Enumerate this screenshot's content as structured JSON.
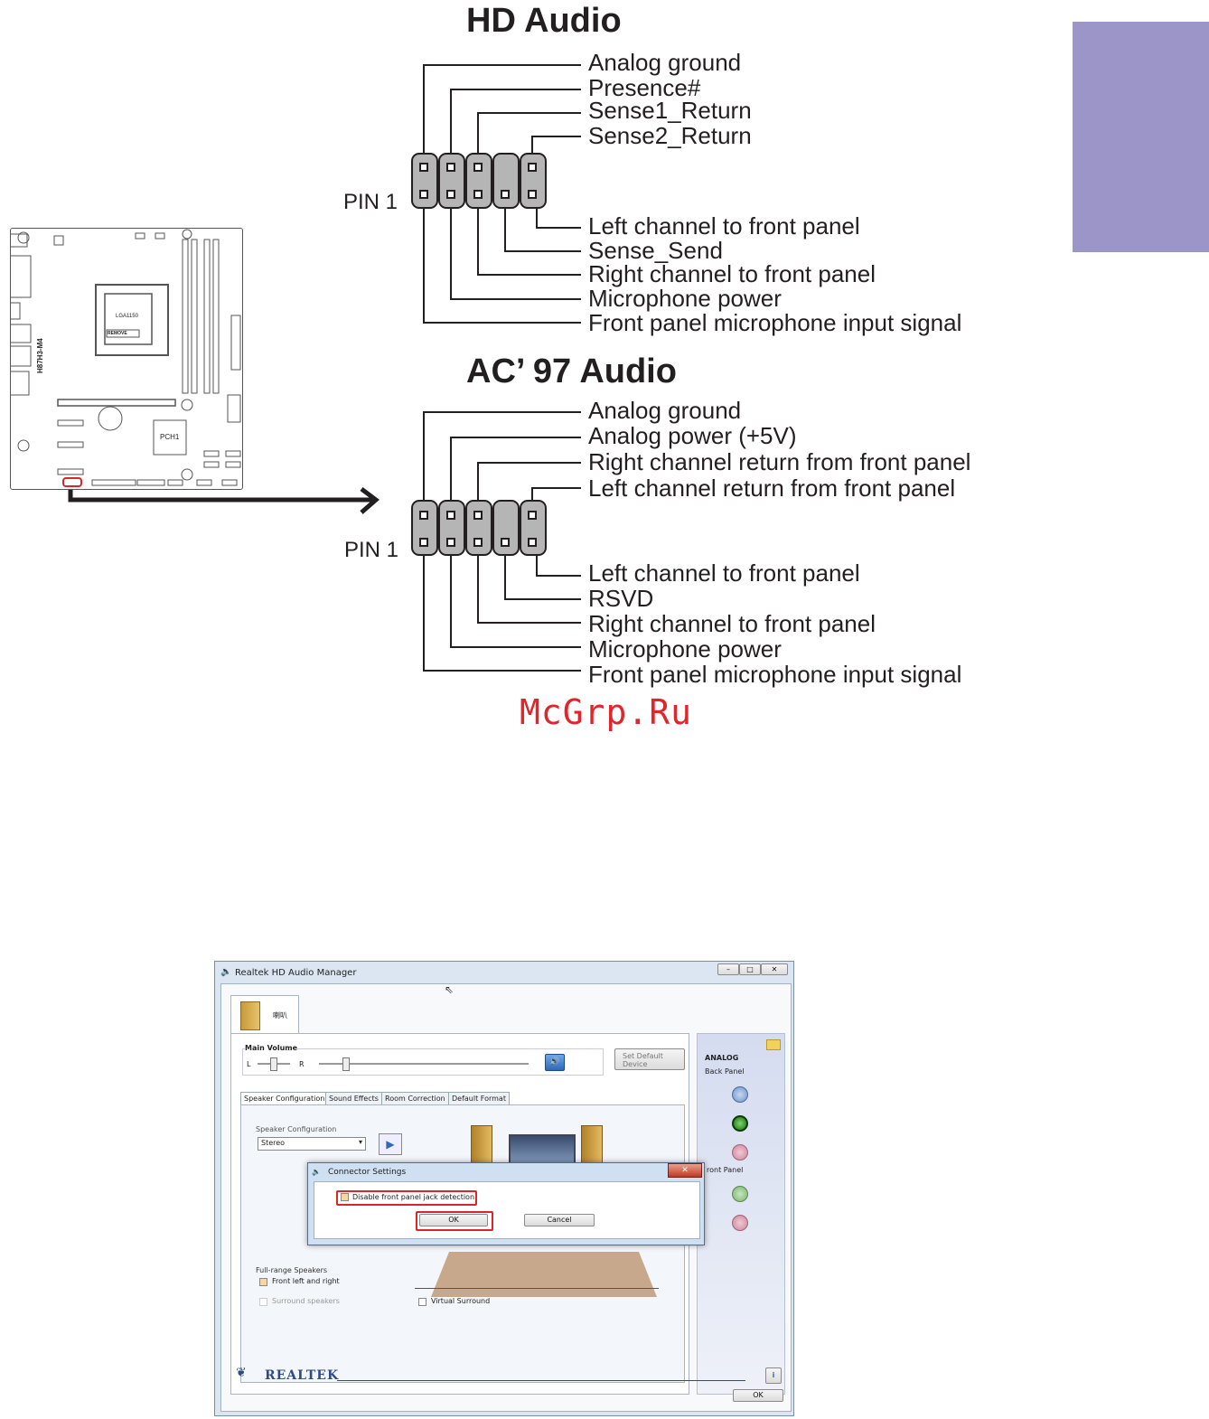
{
  "hd_audio": {
    "title": "HD Audio",
    "pin1": "PIN 1",
    "top_labels": [
      "Analog ground",
      "Presence#",
      "Sense1_Return",
      "Sense2_Return"
    ],
    "bottom_labels": [
      "Left channel to front panel",
      "Sense_Send",
      "Right channel to front panel",
      "Microphone power",
      "Front panel microphone input signal"
    ]
  },
  "ac97_audio": {
    "title": "AC’ 97 Audio",
    "pin1": "PIN 1",
    "top_labels": [
      "Analog ground",
      "Analog power (+5V)",
      "Right channel return from front panel",
      "Left channel return from front panel"
    ],
    "bottom_labels": [
      "Left channel to front panel",
      "RSVD",
      "Right channel to front panel",
      "Microphone power",
      "Front panel microphone input signal"
    ]
  },
  "board": {
    "model": "H87H3-M4",
    "cpu_socket": "LGA1150",
    "remove": "REMOVE",
    "chipset": "PCH1"
  },
  "watermark": "McGrp.Ru",
  "colors": {
    "tab_purple": "#9c96c8",
    "watermark_red": "#e0262b",
    "highlight_red": "#d9262b"
  },
  "realtek": {
    "window_title": "Realtek HD Audio Manager",
    "device_tab": "喇叭",
    "main_volume": "Main Volume",
    "vol_l": "L",
    "vol_r": "R",
    "set_default": "Set Default\nDevice",
    "tabs": [
      "Speaker Configuration",
      "Sound Effects",
      "Room Correction",
      "Default Format"
    ],
    "speaker_config_label": "Speaker Configuration",
    "speaker_config_value": "Stereo",
    "analog": "ANALOG",
    "back_panel": "Back Panel",
    "front_panel": "ront Panel",
    "full_range": "Full-range Speakers",
    "front_lr": "Front left and right",
    "surround": "Surround speakers",
    "virtual_surround": "Virtual Surround",
    "brand": "REALTEK",
    "ok": "OK",
    "dialog": {
      "title": "Connector Settings",
      "checkbox": "Disable front panel jack detection",
      "ok": "OK",
      "cancel": "Cancel"
    }
  }
}
